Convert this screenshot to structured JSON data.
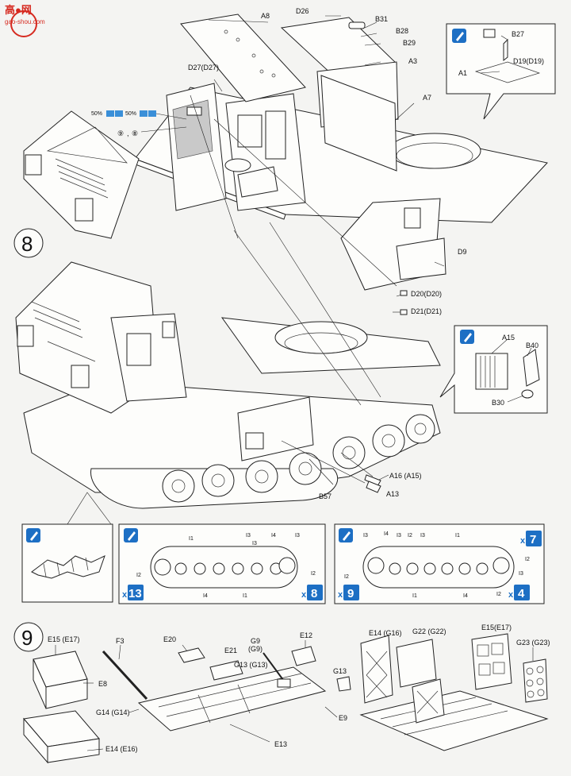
{
  "watermark": {
    "title": "高●网",
    "subtitle": "gao-shou.com"
  },
  "steps": [
    {
      "number": "8"
    },
    {
      "number": "9"
    }
  ],
  "paint_note": {
    "left": "50%",
    "mid": "50%"
  },
  "callout_numbers": {
    "left": "⑨",
    "sep": ",",
    "right": "⑧"
  },
  "labels_top": [
    "A8",
    "D26",
    "B31",
    "B28",
    "B29",
    "A3",
    "A7",
    "D27(D27)",
    "B27",
    "D19(D19)",
    "A1",
    "D9",
    "D20(D20)",
    "D21(D21)"
  ],
  "labels_step8": [
    "A15",
    "B40",
    "B30",
    "A16 (A15)",
    "A13",
    "B57"
  ],
  "track_left": {
    "labels": [
      "I1",
      "I2",
      "I3",
      "I4",
      "I3",
      "I3",
      "I2",
      "I4",
      "I1"
    ],
    "mult_left": "13",
    "mult_right": "8",
    "mult_prefix": "x"
  },
  "track_right": {
    "labels": [
      "I3",
      "I4",
      "I3",
      "I2",
      "I3",
      "I1",
      "I2",
      "I2",
      "I3",
      "I1",
      "I4",
      "I2"
    ],
    "mult_left": "9",
    "mult_top": "7",
    "mult_bottom": "4",
    "mult_prefix": "x"
  },
  "labels_step9": [
    "E15 (E17)",
    "E8",
    "F3",
    "E20",
    "E21",
    "G9",
    "(G9)",
    "E12",
    "G13 (G13)",
    "G13",
    "E14 (G16)",
    "G22 (G22)",
    "E15(E17)",
    "G23 (G23)",
    "G14 (G14)",
    "E13",
    "E9",
    "E14 (E16)"
  ]
}
